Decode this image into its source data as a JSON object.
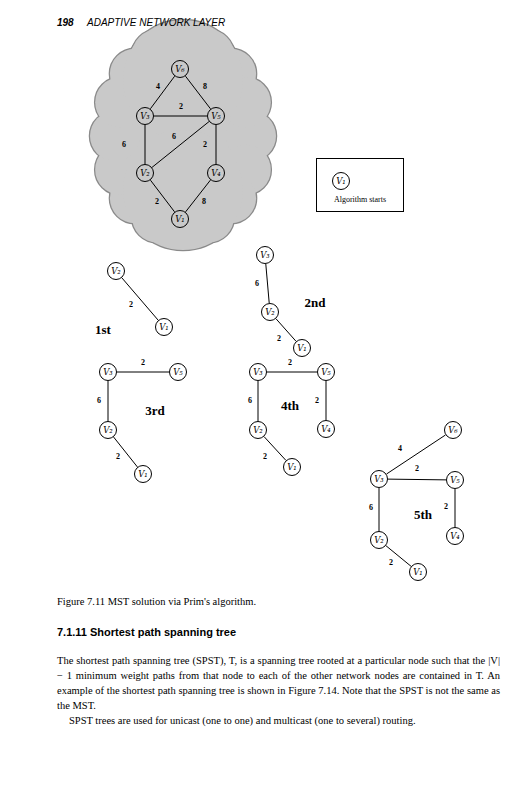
{
  "diagram": {
    "caption": "Figure 7.11 MST solution via Prim's algorithm.",
    "nodes": [
      {
        "text": [
          "V₆"
        ]
      },
      {
        "text": [
          "V₃"
        ]
      },
      {
        "text": [
          "V₅"
        ]
      },
      {
        "text": [
          "V₂"
        ]
      },
      {
        "text": [
          "V₄"
        ]
      },
      {
        "text": [
          "V₁"
        ]
      },
      {
        "text": [
          "Algorithm starts"
        ]
      },
      {
        "text": [
          "V₁"
        ],
        "in": 6
      },
      {
        "text": [
          "V₂"
        ]
      },
      {
        "text": [
          "V₁"
        ]
      },
      {
        "text": [
          "V₃"
        ]
      },
      {
        "text": [
          "V₂"
        ]
      },
      {
        "text": [
          "V₁"
        ]
      },
      {
        "text": [
          "V₃"
        ]
      },
      {
        "text": [
          "V₅"
        ]
      },
      {
        "text": [
          "V₂"
        ]
      },
      {
        "text": [
          "V₁"
        ]
      },
      {
        "text": [
          "V₃"
        ]
      },
      {
        "text": [
          "V₅"
        ]
      },
      {
        "text": [
          "V₄"
        ]
      },
      {
        "text": [
          "V₂"
        ]
      },
      {
        "text": [
          "V₁"
        ]
      },
      {
        "text": [
          "V₆"
        ]
      },
      {
        "text": [
          "V₃"
        ]
      },
      {
        "text": [
          "V₅"
        ]
      },
      {
        "text": [
          "V₄"
        ]
      },
      {
        "text": [
          "V₂"
        ]
      },
      {
        "text": [
          "V₁"
        ]
      }
    ],
    "edges": [
      {
        "from": 1,
        "to": 0,
        "arrow": "none",
        "label": "4"
      },
      {
        "from": 0,
        "to": 2,
        "arrow": "none",
        "label": "8"
      },
      {
        "from": 1,
        "to": 2,
        "arrow": "none",
        "label": "2"
      },
      {
        "from": 1,
        "to": 3,
        "arrow": "none",
        "label": "6"
      },
      {
        "from": 3,
        "to": 2,
        "arrow": "none",
        "label": "6"
      },
      {
        "from": 2,
        "to": 4,
        "arrow": "none",
        "label": "2"
      },
      {
        "from": 3,
        "to": 5,
        "arrow": "none",
        "label": "2"
      },
      {
        "from": 4,
        "to": 5,
        "arrow": "none",
        "label": "8"
      },
      {
        "from": 8,
        "to": 9,
        "arrow": "none",
        "label": "2"
      },
      {
        "from": 10,
        "to": 11,
        "arrow": "none",
        "label": "6"
      },
      {
        "from": 11,
        "to": 12,
        "arrow": "none",
        "label": "2"
      },
      {
        "from": 13,
        "to": 14,
        "arrow": "none",
        "label": "2"
      },
      {
        "from": 13,
        "to": 15,
        "arrow": "none",
        "label": "6"
      },
      {
        "from": 15,
        "to": 16,
        "arrow": "none",
        "label": "2"
      },
      {
        "from": 17,
        "to": 18,
        "arrow": "none",
        "label": "2"
      },
      {
        "from": 17,
        "to": 20,
        "arrow": "none",
        "label": "6"
      },
      {
        "from": 18,
        "to": 19,
        "arrow": "none",
        "label": "2"
      },
      {
        "from": 20,
        "to": 21,
        "arrow": "none",
        "label": "2"
      },
      {
        "from": 22,
        "to": 23,
        "arrow": "none",
        "label": "4"
      },
      {
        "from": 23,
        "to": 24,
        "arrow": "none",
        "label": "2"
      },
      {
        "from": 23,
        "to": 26,
        "arrow": "none",
        "label": "6"
      },
      {
        "from": 24,
        "to": 25,
        "arrow": "none",
        "label": "2"
      },
      {
        "from": 26,
        "to": 27,
        "arrow": "none",
        "label": "2"
      }
    ],
    "labels": [
      "198",
      "ADAPTIVE NETWORK LAYER",
      "1st",
      "2nd",
      "3rd",
      "4th",
      "5th",
      "7.1.11 Shortest path spanning tree",
      "The shortest path spanning tree (SPST), T, is a spanning tree rooted at a particular node such that the |V| − 1 minimum weight paths from that node to each of the other network nodes are contained in T. An example of the shortest path spanning tree is shown in Figure 7.14. Note that the SPST is not the same as the MST.",
      "SPST trees are used for unicast (one to one) and multicast (one to several) routing."
    ]
  }
}
